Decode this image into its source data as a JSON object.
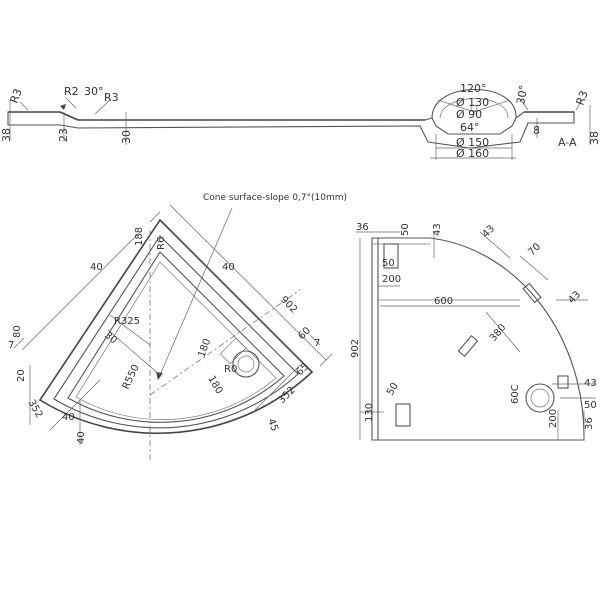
{
  "section": {
    "labels": {
      "r3_left": "R3",
      "r2": "R2",
      "angle_left": "30°",
      "r3_mid": "R3",
      "h38": "38",
      "h23": "23",
      "h30": "30",
      "angle_top": "120°",
      "d130": "Ø 130",
      "d90": "Ø 90",
      "angle_64": "64°",
      "d150": "Ø 150",
      "d160": "Ø 160",
      "angle_right": "30°",
      "r3_right": "R3",
      "h8": "8",
      "h38_right": "38",
      "section_name": "A-A"
    }
  },
  "plan": {
    "labels": {
      "note": "Cone surface-slope 0,7°(10mm)",
      "r6": "R6",
      "d188": "188",
      "d40a": "40",
      "d40b": "40",
      "d902": "902",
      "r325": "R325",
      "d30": "30",
      "d180a": "180",
      "d180b": "180",
      "r550": "R550",
      "r0": "R0",
      "d60": "60",
      "d80": "80",
      "d7a": "7",
      "d7b": "7",
      "d20": "20",
      "d65": "65",
      "d352a": "352",
      "d352b": "352",
      "d40c": "40",
      "d45": "45",
      "d40d": "40"
    }
  },
  "frame": {
    "labels": {
      "d36": "36",
      "d50a": "50",
      "d43a": "43",
      "d43b": "43",
      "d70": "70",
      "d50b": "50",
      "d200a": "200",
      "d600": "600",
      "d43c": "43",
      "d902": "902",
      "d380": "380",
      "d50c": "50",
      "d130": "130",
      "d600b": "60C",
      "d43d": "43",
      "d50d": "50",
      "d200b": "200",
      "d36b": "36"
    }
  }
}
